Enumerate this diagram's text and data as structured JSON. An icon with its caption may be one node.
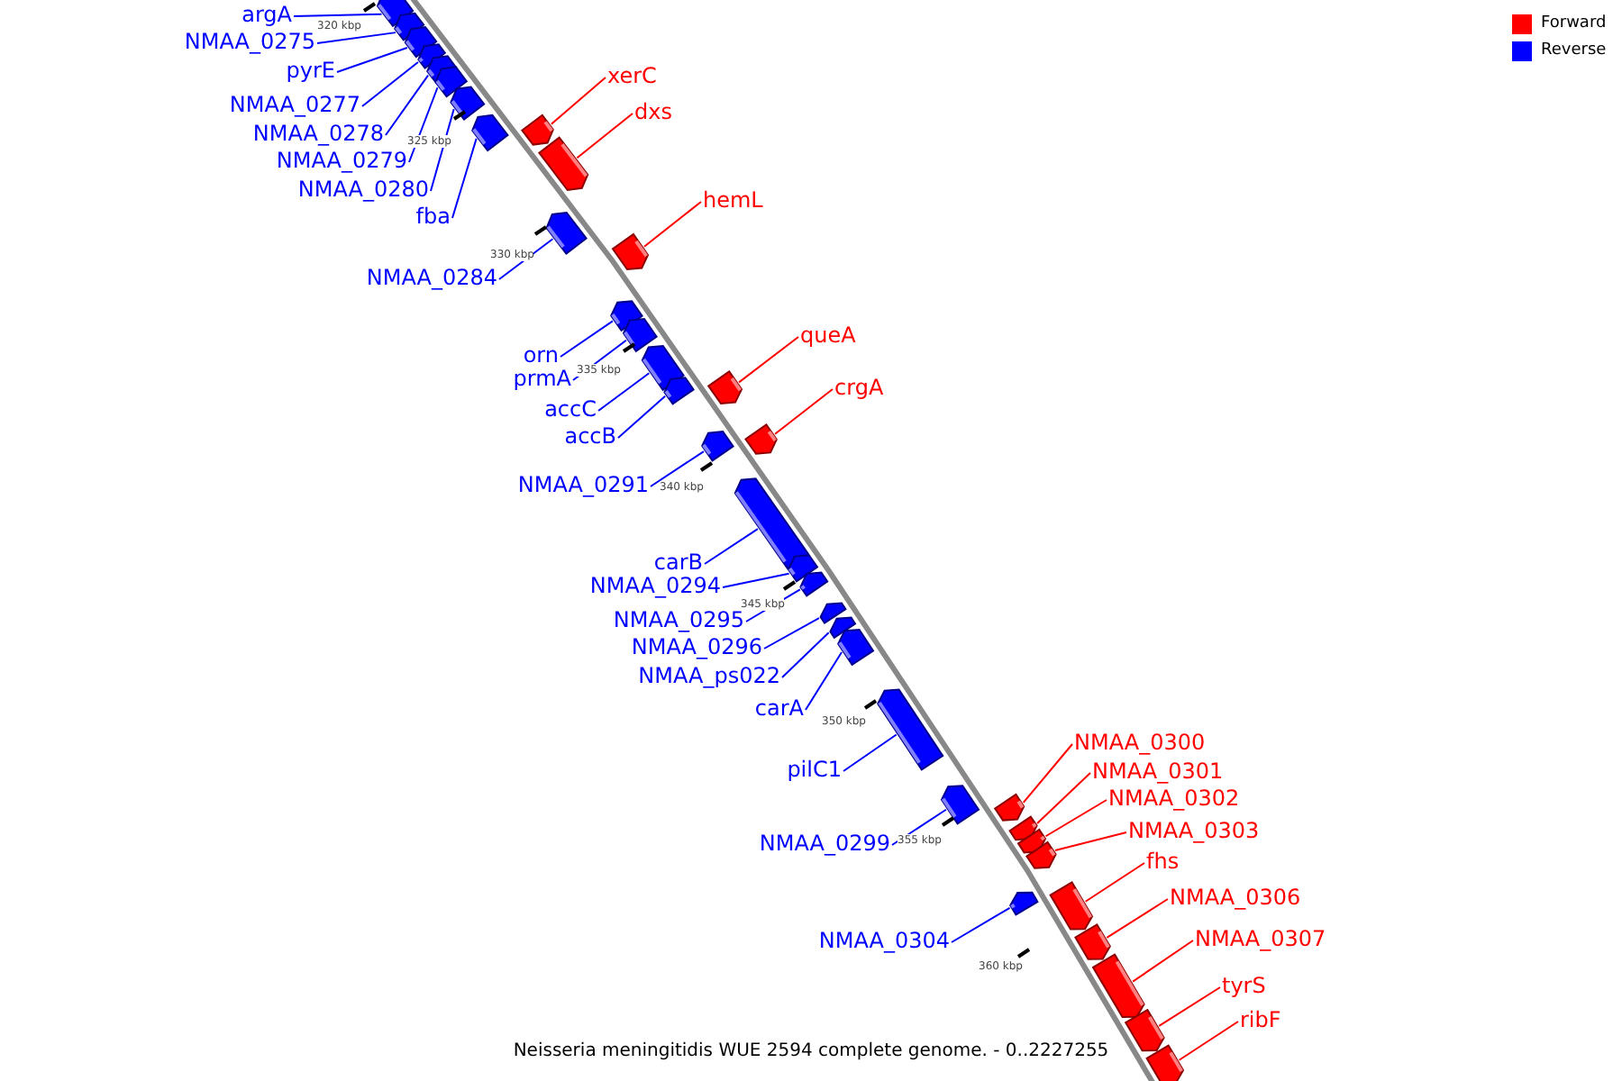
{
  "diagram": {
    "caption": "Neisseria meningitidis WUE 2594 complete genome. - 0..2227255",
    "nodes": [
      {
        "text": [
          "argA"
        ]
      },
      {
        "text": [
          "NMAA_0275"
        ]
      },
      {
        "text": [
          "pyrE"
        ]
      },
      {
        "text": [
          "NMAA_0277"
        ]
      },
      {
        "text": [
          "NMAA_0278"
        ]
      },
      {
        "text": [
          "NMAA_0279"
        ]
      },
      {
        "text": [
          "NMAA_0280"
        ]
      },
      {
        "text": [
          "fba"
        ]
      },
      {
        "text": [
          "NMAA_0284"
        ]
      },
      {
        "text": [
          "orn"
        ]
      },
      {
        "text": [
          "prmA"
        ]
      },
      {
        "text": [
          "accC"
        ]
      },
      {
        "text": [
          "accB"
        ]
      },
      {
        "text": [
          "NMAA_0291"
        ]
      },
      {
        "text": [
          "carB"
        ]
      },
      {
        "text": [
          "NMAA_0294"
        ]
      },
      {
        "text": [
          "NMAA_0295"
        ]
      },
      {
        "text": [
          "NMAA_0296"
        ]
      },
      {
        "text": [
          "NMAA_ps022"
        ]
      },
      {
        "text": [
          "carA"
        ]
      },
      {
        "text": [
          "pilC1"
        ]
      },
      {
        "text": [
          "NMAA_0299"
        ]
      },
      {
        "text": [
          "NMAA_0304"
        ]
      },
      {
        "text": [
          "xerC"
        ]
      },
      {
        "text": [
          "dxs"
        ]
      },
      {
        "text": [
          "hemL"
        ]
      },
      {
        "text": [
          "queA"
        ]
      },
      {
        "text": [
          "crgA"
        ]
      },
      {
        "text": [
          "NMAA_0300"
        ]
      },
      {
        "text": [
          "NMAA_0301"
        ]
      },
      {
        "text": [
          "NMAA_0302"
        ]
      },
      {
        "text": [
          "NMAA_0303"
        ]
      },
      {
        "text": [
          "fhs"
        ]
      },
      {
        "text": [
          "NMAA_0306"
        ]
      },
      {
        "text": [
          "NMAA_0307"
        ]
      },
      {
        "text": [
          "tyrS"
        ]
      },
      {
        "text": [
          "ribF"
        ]
      },
      {
        "text": [],
        "shape": "bar"
      },
      {
        "text": [],
        "shape": "bar"
      },
      {
        "text": [],
        "shape": "bar"
      },
      {
        "text": [],
        "shape": "bar"
      },
      {
        "text": [],
        "shape": "bar"
      },
      {
        "text": [],
        "shape": "bar"
      },
      {
        "text": [],
        "shape": "bar"
      },
      {
        "text": [],
        "shape": "bar"
      },
      {
        "text": [],
        "shape": "bar"
      },
      {
        "text": [],
        "shape": "bar"
      },
      {
        "text": [],
        "shape": "bar"
      },
      {
        "text": [],
        "shape": "bar"
      },
      {
        "text": [],
        "shape": "bar"
      },
      {
        "text": [],
        "shape": "bar"
      },
      {
        "text": [],
        "shape": "bar"
      },
      {
        "text": [],
        "shape": "bar"
      },
      {
        "text": [],
        "shape": "bar"
      },
      {
        "text": [],
        "shape": "bar"
      },
      {
        "text": [],
        "shape": "bar"
      },
      {
        "text": [],
        "shape": "bar"
      },
      {
        "text": [],
        "shape": "bar"
      },
      {
        "text": [],
        "shape": "bar"
      },
      {
        "text": [],
        "shape": "bar"
      },
      {
        "text": [],
        "shape": "bar"
      },
      {
        "text": [],
        "shape": "bar"
      },
      {
        "text": [],
        "shape": "bar"
      },
      {
        "text": [],
        "shape": "bar"
      },
      {
        "text": [],
        "shape": "bar"
      },
      {
        "text": [],
        "shape": "bar"
      },
      {
        "text": [],
        "shape": "bar"
      },
      {
        "text": [],
        "shape": "bar"
      },
      {
        "text": [],
        "shape": "bar"
      },
      {
        "text": [],
        "shape": "bar"
      },
      {
        "text": [],
        "shape": "bar"
      },
      {
        "text": [],
        "shape": "bar"
      },
      {
        "text": [],
        "shape": "bar"
      },
      {
        "text": [],
        "shape": "bar"
      }
    ],
    "edges": [
      {
        "from": 0,
        "to": 37,
        "arrow": "none"
      },
      {
        "from": 1,
        "to": 38,
        "arrow": "none"
      },
      {
        "from": 2,
        "to": 39,
        "arrow": "none"
      },
      {
        "from": 3,
        "to": 40,
        "arrow": "none"
      },
      {
        "from": 4,
        "to": 41,
        "arrow": "none"
      },
      {
        "from": 5,
        "to": 42,
        "arrow": "none"
      },
      {
        "from": 6,
        "to": 43,
        "arrow": "none"
      },
      {
        "from": 7,
        "to": 45,
        "arrow": "none"
      },
      {
        "from": 8,
        "to": 48,
        "arrow": "none"
      },
      {
        "from": 9,
        "to": 49,
        "arrow": "none"
      },
      {
        "from": 10,
        "to": 50,
        "arrow": "none"
      },
      {
        "from": 11,
        "to": 52,
        "arrow": "none"
      },
      {
        "from": 12,
        "to": 53,
        "arrow": "none"
      },
      {
        "from": 13,
        "to": 55,
        "arrow": "none"
      },
      {
        "from": 14,
        "to": 56,
        "arrow": "none"
      },
      {
        "from": 15,
        "to": 57,
        "arrow": "none"
      },
      {
        "from": 16,
        "to": 58,
        "arrow": "none"
      },
      {
        "from": 17,
        "to": 59,
        "arrow": "none"
      },
      {
        "from": 18,
        "to": 60,
        "arrow": "none"
      },
      {
        "from": 19,
        "to": 61,
        "arrow": "none"
      },
      {
        "from": 20,
        "to": 62,
        "arrow": "none"
      },
      {
        "from": 21,
        "to": 64,
        "arrow": "none"
      },
      {
        "from": 22,
        "to": 69,
        "arrow": "none"
      },
      {
        "from": 23,
        "to": 44,
        "arrow": "none",
        "color": "#ff0000"
      },
      {
        "from": 24,
        "to": 46,
        "arrow": "none",
        "color": "#ff0000"
      },
      {
        "from": 25,
        "to": 47,
        "arrow": "none",
        "color": "#ff0000"
      },
      {
        "from": 26,
        "to": 51,
        "arrow": "none",
        "color": "#ff0000"
      },
      {
        "from": 27,
        "to": 54,
        "arrow": "none",
        "color": "#ff0000"
      },
      {
        "from": 28,
        "to": 63,
        "arrow": "none",
        "color": "#ff0000"
      },
      {
        "from": 29,
        "to": 65,
        "arrow": "none",
        "color": "#ff0000"
      },
      {
        "from": 30,
        "to": 66,
        "arrow": "none",
        "color": "#ff0000"
      },
      {
        "from": 31,
        "to": 67,
        "arrow": "none",
        "color": "#ff0000"
      },
      {
        "from": 32,
        "to": 68,
        "arrow": "none",
        "color": "#ff0000"
      },
      {
        "from": 33,
        "to": 70,
        "arrow": "none",
        "color": "#ff0000"
      },
      {
        "from": 34,
        "to": 71,
        "arrow": "none",
        "color": "#ff0000"
      },
      {
        "from": 35,
        "to": 72,
        "arrow": "none",
        "color": "#ff0000"
      },
      {
        "from": 36,
        "to": 73,
        "arrow": "none",
        "color": "#ff0000"
      }
    ],
    "labels": [
      "320 kbp",
      "325 kbp",
      "330 kbp",
      "335 kbp",
      "340 kbp",
      "345 kbp",
      "350 kbp",
      "355 kbp",
      "360 kbp"
    ],
    "legend": [
      {
        "text": "Forward",
        "color": "#ff0000"
      },
      {
        "text": "Reverse",
        "color": "#0000ff"
      }
    ]
  }
}
